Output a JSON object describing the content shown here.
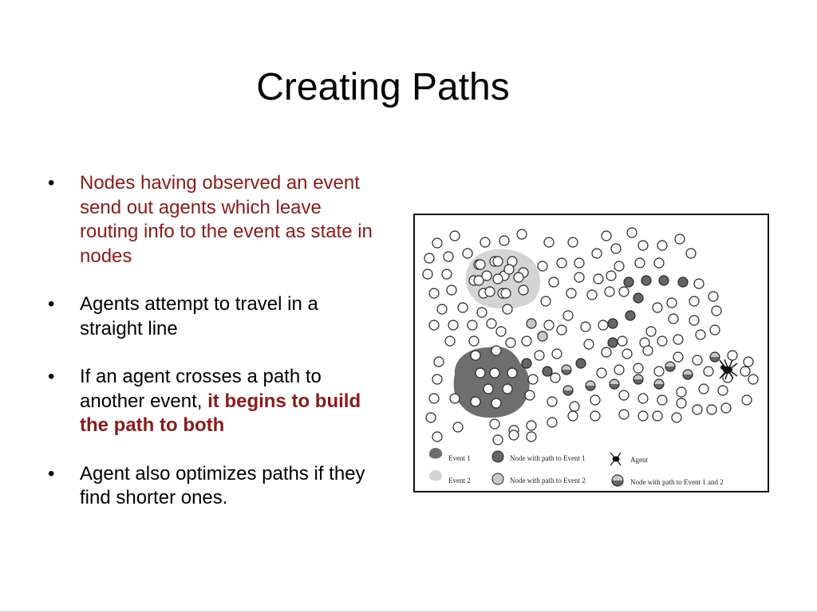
{
  "slide": {
    "title": "Creating Paths",
    "bullets": [
      {
        "text": "Nodes having observed an event send out agents which leave routing info to the event as state in nodes"
      },
      {
        "text": "Agents attempt to travel in a straight line"
      },
      {
        "text_before": "If an agent crosses a path to another event, ",
        "emphasis": "it begins to build the path to both"
      },
      {
        "text": "Agent also optimizes paths if they find shorter ones."
      }
    ]
  },
  "colors": {
    "emphasis": "#8b1a1a",
    "event1": "#6e6e6e",
    "event2": "#d4d4d4",
    "path1_node": "#666666",
    "path2_node": "#c8c8c8"
  },
  "figure": {
    "legend": {
      "event1": "Event 1",
      "event2": "Event 2",
      "path1": "Node with path to Event 1",
      "path2": "Node with path to Event 2",
      "agent": "Agent",
      "both": "Node with path to Event 1 and 2"
    },
    "icons": {
      "agent": "spider-agent-icon"
    }
  }
}
